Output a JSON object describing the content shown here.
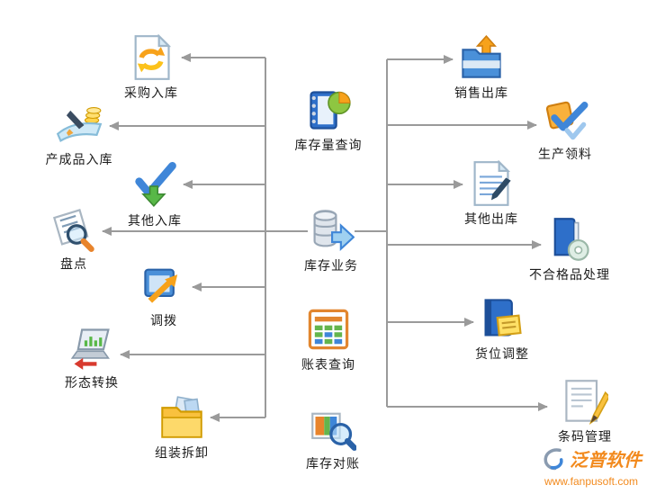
{
  "diagram": {
    "center": [
      {
        "label": "库存量查询",
        "icon": "notebook-pie-icon"
      },
      {
        "label": "库存业务",
        "icon": "database-arrow-icon"
      },
      {
        "label": "账表查询",
        "icon": "spreadsheet-grid-icon"
      },
      {
        "label": "库存对账",
        "icon": "picture-magnifier-icon"
      }
    ],
    "left": [
      {
        "label": "采购入库",
        "icon": "document-sync-icon"
      },
      {
        "label": "产成品入库",
        "icon": "pen-paper-coins-icon"
      },
      {
        "label": "其他入库",
        "icon": "check-arrow-icon"
      },
      {
        "label": "盘点",
        "icon": "list-magnifier-icon"
      },
      {
        "label": "调拨",
        "icon": "window-arrow-icon"
      },
      {
        "label": "形态转换",
        "icon": "laptop-chart-icon"
      },
      {
        "label": "组装拆卸",
        "icon": "folder-parts-icon"
      }
    ],
    "right": [
      {
        "label": "销售出库",
        "icon": "folder-up-arrow-icon"
      },
      {
        "label": "生产领料",
        "icon": "material-check-icon"
      },
      {
        "label": "其他出库",
        "icon": "document-pen-icon"
      },
      {
        "label": "不合格品处理",
        "icon": "book-cd-icon"
      },
      {
        "label": "货位调整",
        "icon": "binder-note-icon"
      },
      {
        "label": "条码管理",
        "icon": "document-pencil-icon"
      }
    ]
  },
  "watermark": {
    "brand": "泛普软件",
    "url": "www.fanpusoft.com"
  },
  "colors": {
    "connector": "#9a9a9a",
    "label": "#1c1c1c",
    "brand_orange": "#f28a1e"
  }
}
